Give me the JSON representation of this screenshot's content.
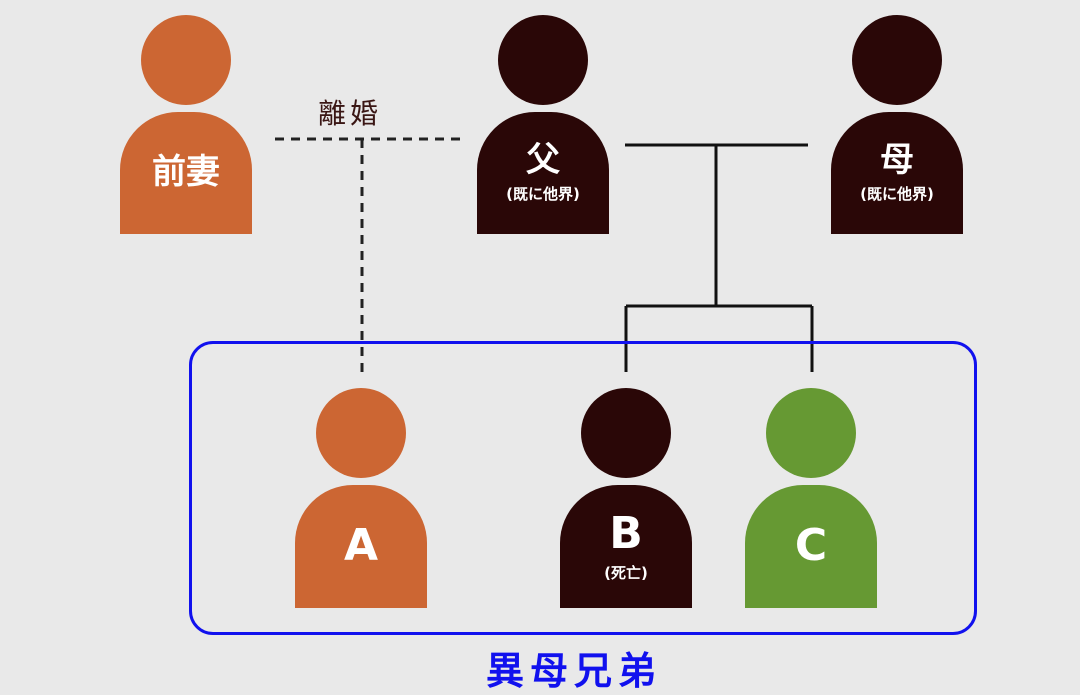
{
  "colors": {
    "background": "#e9e9e9",
    "ex_wife": "#cc6633",
    "dark": "#2a0707",
    "green": "#669933",
    "frame": "#1111ee"
  },
  "people": {
    "ex_wife": {
      "label": "前妻",
      "note": ""
    },
    "father": {
      "label": "父",
      "note": "(既に他界)"
    },
    "mother": {
      "label": "母",
      "note": "(既に他界)"
    },
    "a": {
      "label": "A",
      "note": ""
    },
    "b": {
      "label": "B",
      "note": "(死亡)"
    },
    "c": {
      "label": "C",
      "note": ""
    }
  },
  "relations": {
    "divorce_label": "離婚"
  },
  "group": {
    "label": "異母兄弟"
  }
}
